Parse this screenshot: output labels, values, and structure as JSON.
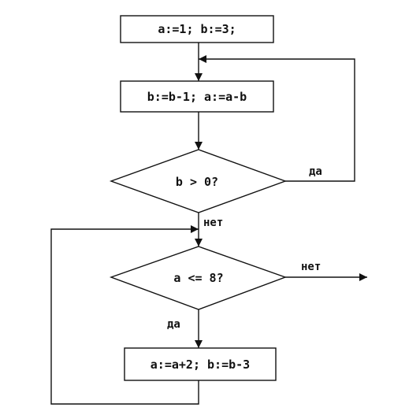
{
  "nodes": {
    "init": "a:=1; b:=3;",
    "update": "b:=b-1; a:=a-b",
    "cond1": "b > 0?",
    "cond2": "a <= 8?",
    "body": "a:=a+2; b:=b-3"
  },
  "edges": {
    "cond1_yes": "да",
    "cond1_no": "нет",
    "cond2_no": "нет",
    "cond2_yes": "да"
  }
}
